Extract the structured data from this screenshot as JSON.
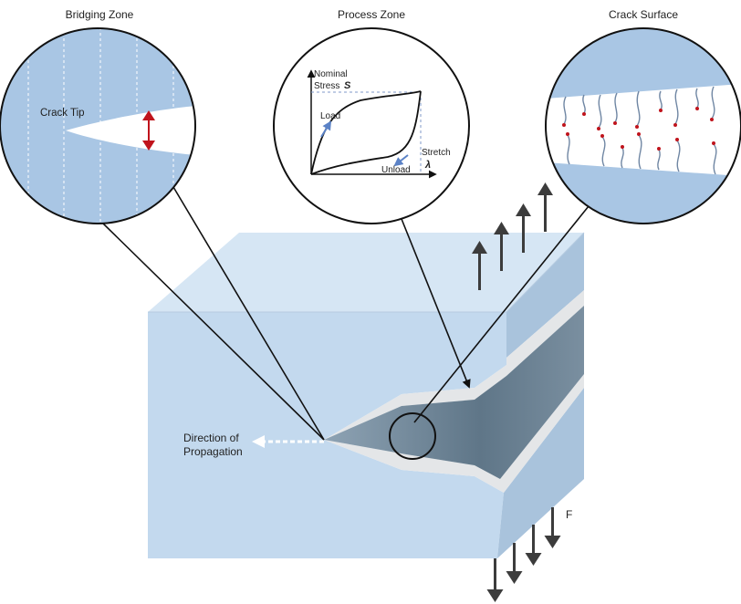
{
  "zones": {
    "bridging": {
      "title": "Bridging Zone",
      "crack_tip": "Crack Tip"
    },
    "process": {
      "title": "Process Zone",
      "y_label_line1": "Nominal",
      "y_label_line2": "Stress",
      "y_symbol": "S",
      "x_label": "Stretch",
      "x_symbol": "λ",
      "load": "Load",
      "unload": "Unload"
    },
    "surface": {
      "title": "Crack Surface"
    }
  },
  "main": {
    "direction_line1": "Direction of",
    "direction_line2": "Propagation",
    "force": "F"
  },
  "colors": {
    "block_front": "#c3d9ee",
    "block_top": "#d6e6f4",
    "block_side": "#a9c3dc",
    "crack_gap": "#e4e6e8",
    "crack_dark": "#6e8496",
    "zone_fill": "#a9c6e4",
    "arrow_red": "#c0141c",
    "arrow_blue": "#5b82c6",
    "arrow_dark": "#3c3c3c"
  }
}
